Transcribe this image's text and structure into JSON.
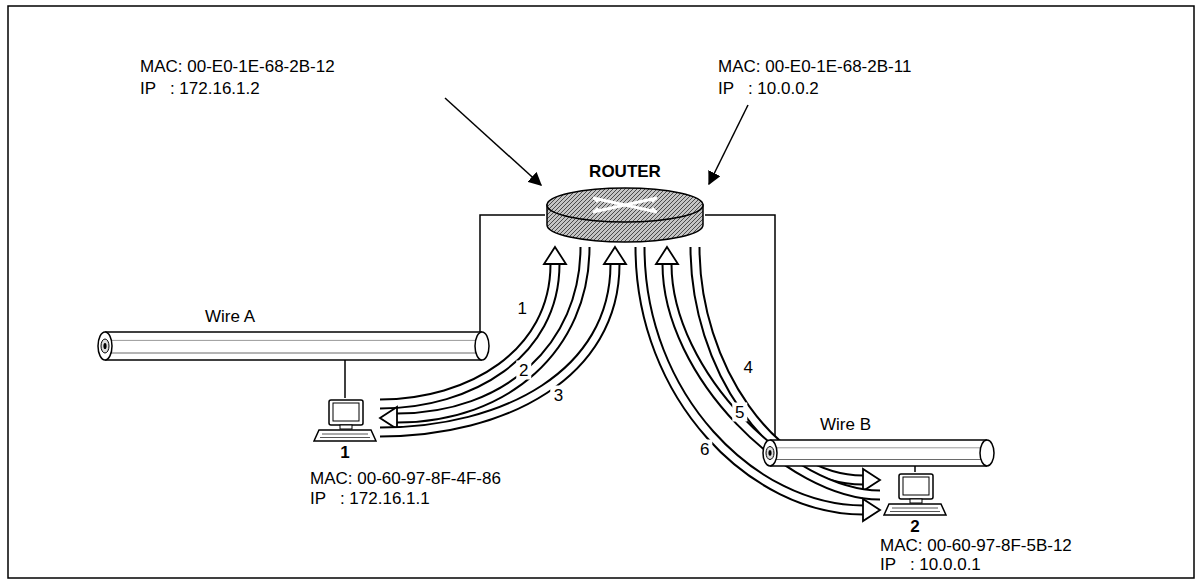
{
  "diagram": {
    "nodes": [
      {
        "text": [
          "ROUTER"
        ]
      },
      {
        "text": [
          "Wire A"
        ]
      },
      {
        "text": [
          "Wire B"
        ]
      },
      {
        "text": [
          "1"
        ]
      },
      {
        "text": [
          "2"
        ]
      }
    ],
    "edges": [
      {
        "from": 0,
        "to": 1,
        "arrow": "none"
      },
      {
        "from": 0,
        "to": 2,
        "arrow": "none"
      },
      {
        "from": 1,
        "to": 3,
        "arrow": "none"
      },
      {
        "from": 2,
        "to": 4,
        "arrow": "none"
      },
      {
        "from": 3,
        "to": 0,
        "arrow": "to",
        "label": "1"
      },
      {
        "from": 0,
        "to": 3,
        "arrow": "to",
        "label": "2"
      },
      {
        "from": 3,
        "to": 0,
        "arrow": "to",
        "label": "3"
      },
      {
        "from": 0,
        "to": 4,
        "arrow": "to",
        "label": "4"
      },
      {
        "from": 4,
        "to": 0,
        "arrow": "to",
        "label": "5"
      },
      {
        "from": 0,
        "to": 4,
        "arrow": "to",
        "label": "6"
      }
    ],
    "labels": [
      "MAC: 00-E0-1E-68-2B-12",
      "IP   : 172.16.1.2",
      "MAC: 00-E0-1E-68-2B-11",
      "IP   : 10.0.0.2",
      "MAC: 00-60-97-8F-4F-86",
      "IP   : 172.16.1.1",
      "MAC: 00-60-97-8F-5B-12",
      "IP   : 10.0.0.1"
    ]
  }
}
